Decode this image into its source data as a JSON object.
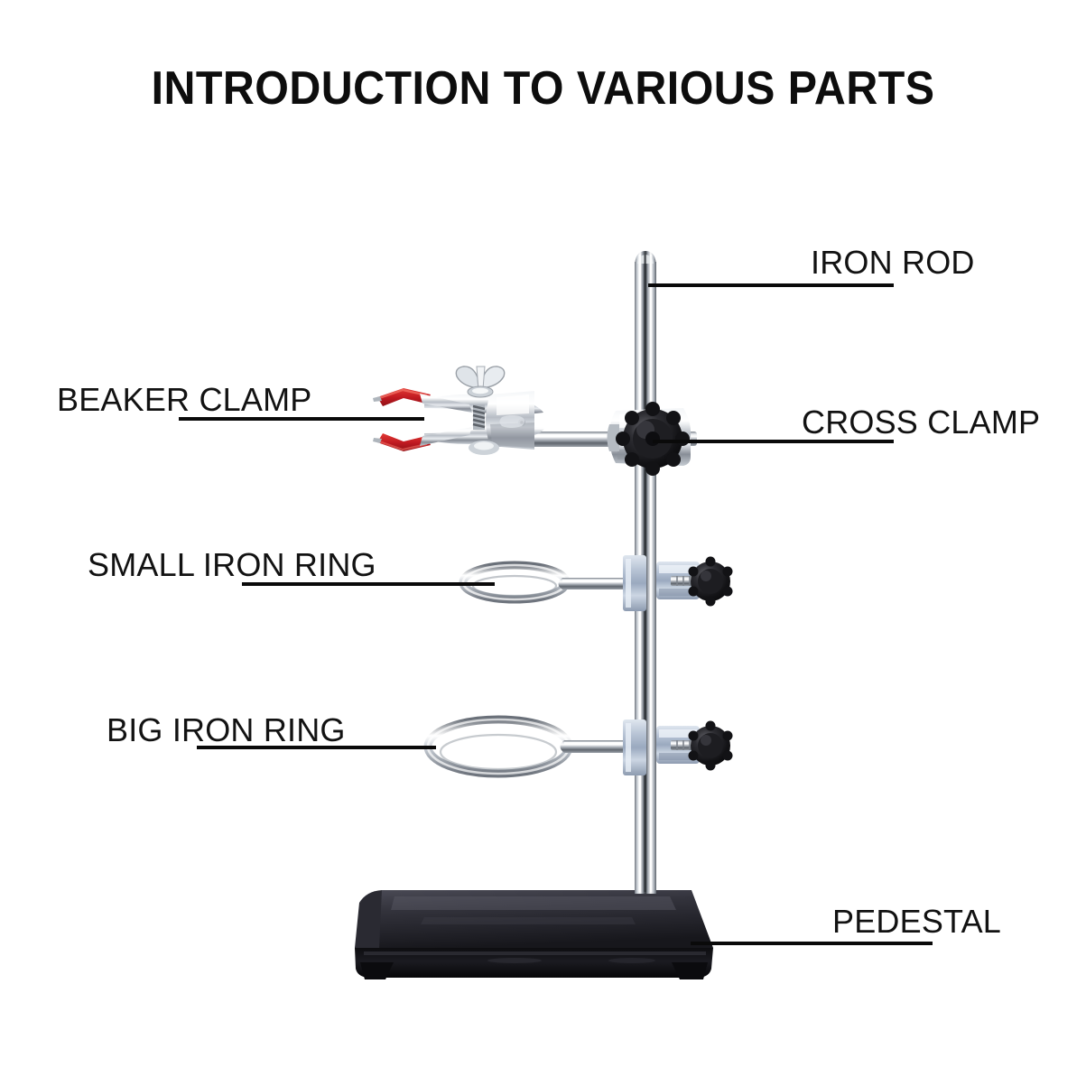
{
  "page": {
    "title": "INTRODUCTION TO VARIOUS PARTS",
    "background_color": "#ffffff",
    "text_color": "#121212"
  },
  "diagram": {
    "subject": "laboratory retort stand / iron stand set",
    "parts": [
      {
        "id": "iron-rod",
        "label": "IRON ROD",
        "label_side": "right",
        "description": "vertical chrome-plated steel rod with rounded top",
        "color": "#c9ccd2"
      },
      {
        "id": "cross-clamp",
        "label": "CROSS CLAMP",
        "label_side": "right",
        "description": "right-angle boss head clamp with black knurled knob",
        "color": "#1a1a1a"
      },
      {
        "id": "beaker-clamp",
        "label": "BEAKER CLAMP",
        "label_side": "left",
        "description": "chrome clamp with red rubber coated jaws and wing nut",
        "color": "#cc2026"
      },
      {
        "id": "small-iron-ring",
        "label": "SMALL IRON RING",
        "label_side": "left",
        "description": "small chrome support ring on zinc clamp with black knob",
        "color": "#b9bec6"
      },
      {
        "id": "big-iron-ring",
        "label": "BIG IRON RING",
        "label_side": "left",
        "description": "large chrome support ring on zinc clamp with black knob",
        "color": "#b9bec6"
      },
      {
        "id": "pedestal",
        "label": "PEDESTAL",
        "label_side": "right",
        "description": "heavy black enamelled cast iron rectangular base",
        "color": "#16161a"
      }
    ]
  }
}
